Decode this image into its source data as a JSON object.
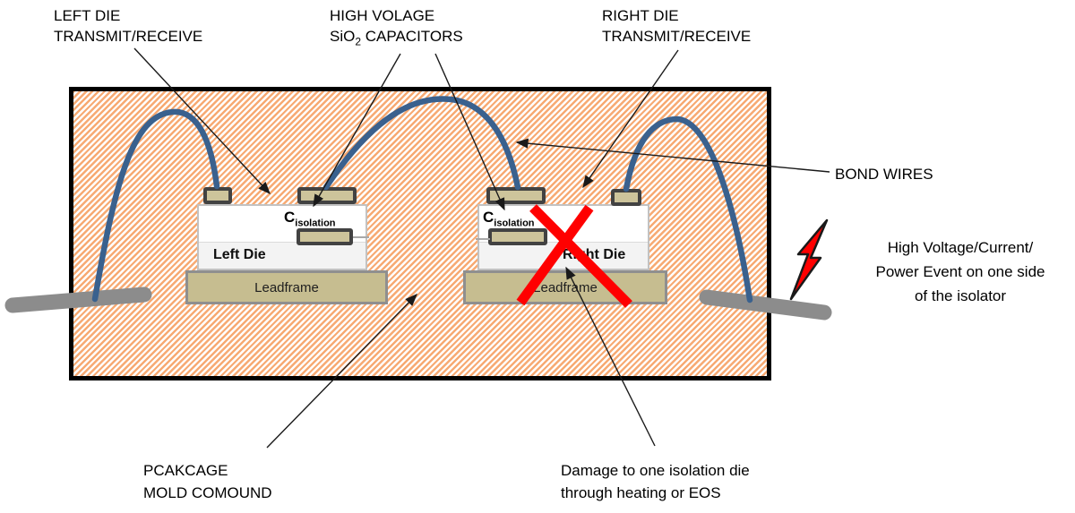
{
  "callouts": {
    "left_die": {
      "line1": "LEFT DIE",
      "line2": "TRANSMIT/RECEIVE"
    },
    "capacitors": {
      "line1": "HIGH VOLAGE",
      "line2_pre": "SiO",
      "line2_sub": "2",
      "line2_post": " CAPACITORS"
    },
    "right_die": {
      "line1": "RIGHT DIE",
      "line2": "TRANSMIT/RECEIVE"
    },
    "bond_wires": "BOND WIRES",
    "hv_event": {
      "line1": "High Voltage/Current/",
      "line2": "Power Event on one side",
      "line3": "of the isolator"
    },
    "package_mold": {
      "line1": "PCAKCAGE",
      "line2": "MOLD COMOUND"
    },
    "damage": {
      "line1": "Damage to one isolation die",
      "line2": "through heating or EOS"
    }
  },
  "package": {
    "left_die": {
      "name": "Left Die",
      "cap_main": "C",
      "cap_sub": "isolation",
      "leadframe": "Leadframe"
    },
    "right_die": {
      "name": "Right Die",
      "cap_main": "C",
      "cap_sub": "isolation",
      "leadframe": "Leadframe"
    }
  },
  "colors": {
    "mold_hatch_stripe": "#F7AA73",
    "package_border": "#000000",
    "bond_wire": "#3A618E",
    "lead_gray": "#8C8C8C",
    "pad_fill": "#CDC49B",
    "pad_border": "#424242",
    "leadframe_fill": "#C6BD90",
    "leadframe_border": "#8F8F8F",
    "damage_red": "#FF0000",
    "die_fill": "#FFFFFF"
  }
}
